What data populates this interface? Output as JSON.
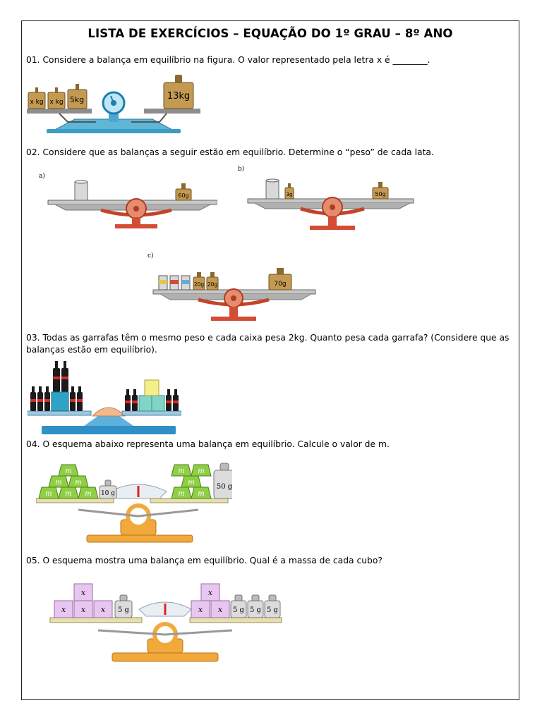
{
  "title": "LISTA DE EXERCÍCIOS – EQUAÇÃO DO 1º GRAU – 8º ANO",
  "q1": {
    "text": "01. Considere a balança em equilíbrio na figura. O valor representado pela letra x é ________.",
    "labels": {
      "x1": "x kg",
      "x2": "x kg",
      "w5": "5kg",
      "w13": "13kg"
    }
  },
  "q2": {
    "text": "02. Considere que as balanças a seguir estão em equilíbrio. Determine o “peso” de cada lata.",
    "a": {
      "letter": "a)",
      "right": "60g"
    },
    "b": {
      "letter": "b)",
      "small": "3g",
      "right": "50g"
    },
    "c": {
      "letter": "c)",
      "w1": "20g",
      "w2": "20g",
      "right": "70g"
    }
  },
  "q3": {
    "text": "03. Todas as garrafas têm o mesmo peso e cada caixa pesa 2kg. Quanto pesa cada garrafa? (Considere que as balanças estão em equilíbrio)."
  },
  "q4": {
    "text": "04. O esquema abaixo representa uma balança em equilíbrio. Calcule o valor de m.",
    "var": "m",
    "left_weight": "10 g",
    "right_weight": "50 g"
  },
  "q5": {
    "text": "05. O esquema mostra uma balança em equilíbrio. Qual é a massa de cada cubo?",
    "var": "x",
    "weight": "5 g"
  }
}
